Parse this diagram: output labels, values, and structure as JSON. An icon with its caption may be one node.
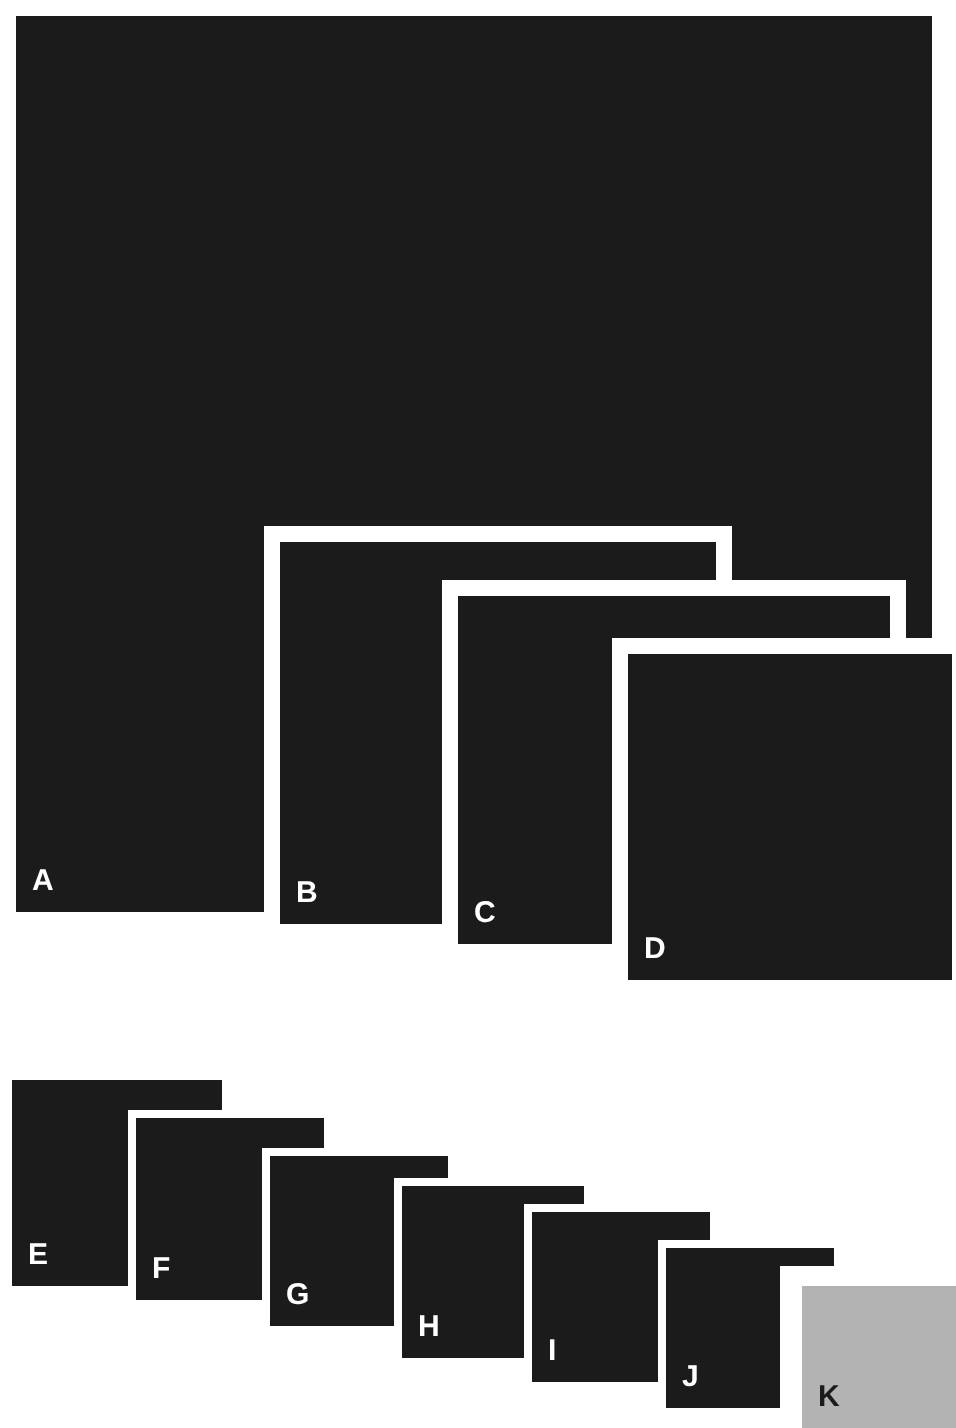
{
  "diagram": {
    "nodes": [
      {
        "text": [
          "A"
        ]
      },
      {
        "text": [
          "B"
        ]
      },
      {
        "text": [
          "C"
        ]
      },
      {
        "text": [
          "D"
        ]
      },
      {
        "text": [
          "E"
        ]
      },
      {
        "text": [
          "F"
        ]
      },
      {
        "text": [
          "G"
        ]
      },
      {
        "text": [
          "H"
        ]
      },
      {
        "text": [
          "I"
        ]
      },
      {
        "text": [
          "J"
        ]
      },
      {
        "text": [
          "K"
        ]
      }
    ]
  }
}
